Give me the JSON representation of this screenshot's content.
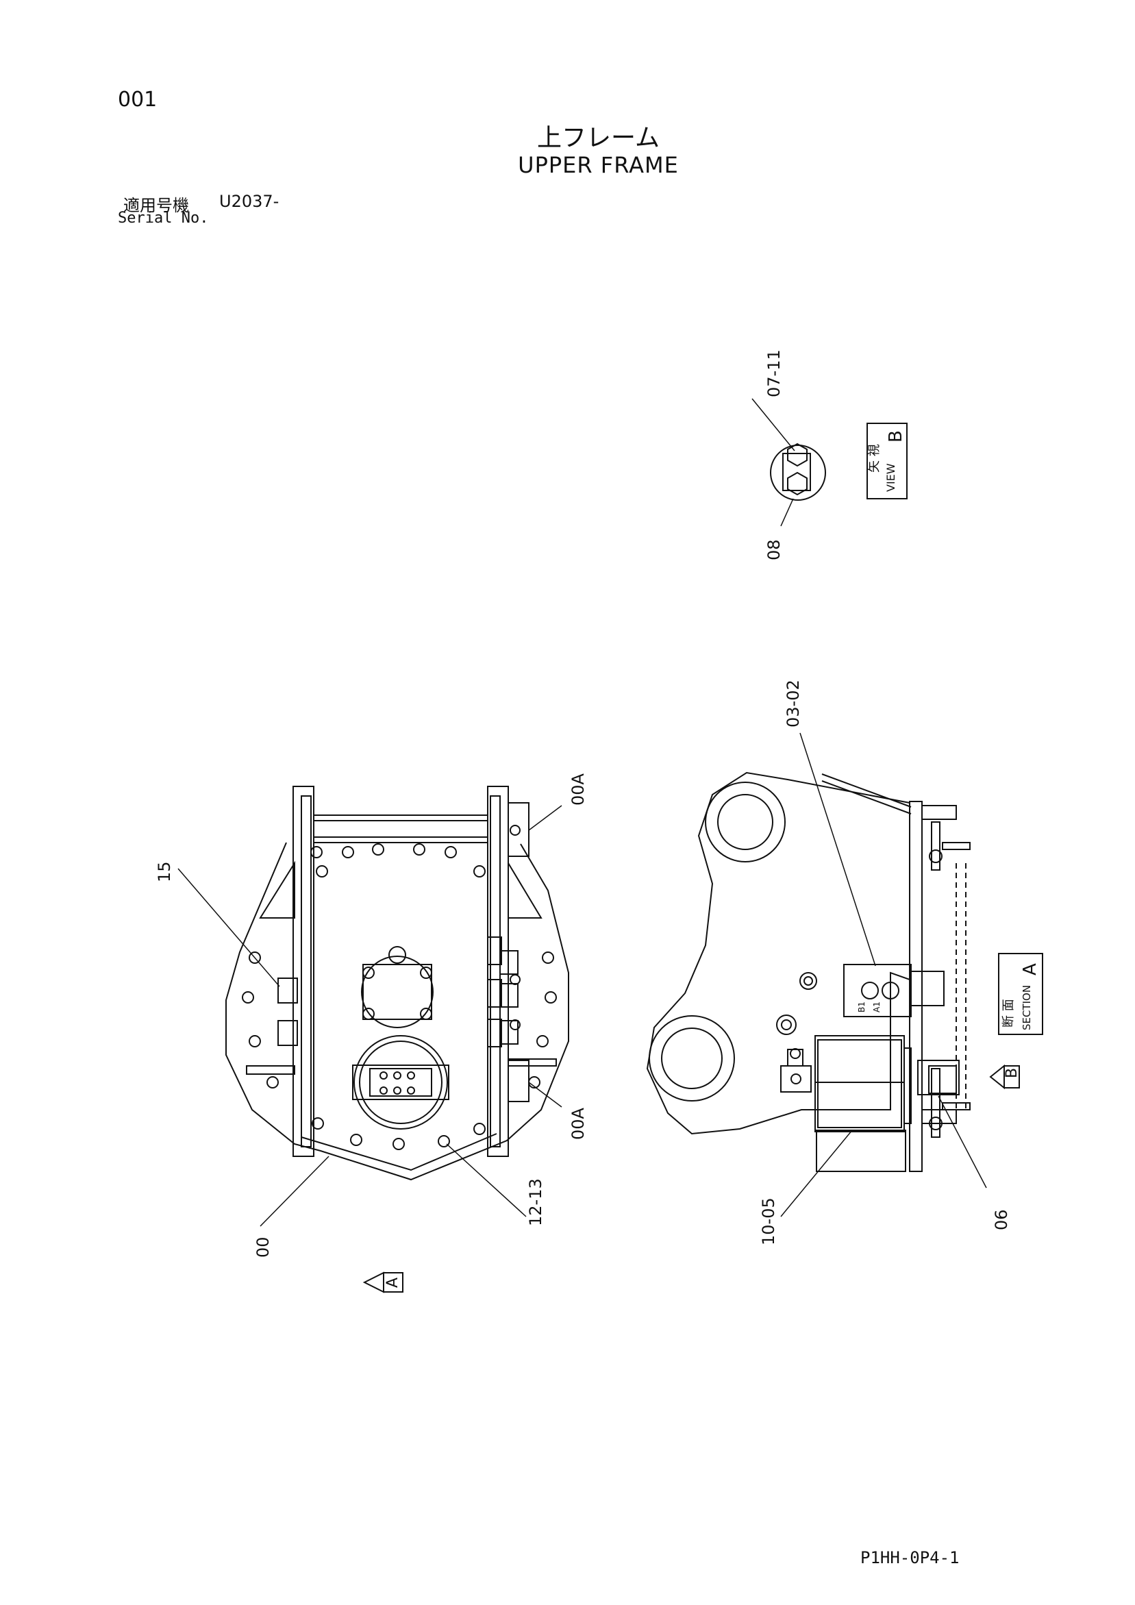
{
  "header": {
    "page_number": "001",
    "title_jp": "上フレーム",
    "title_en": "UPPER FRAME",
    "serial_label_jp": "適用号機",
    "serial_value": "U2037-",
    "serial_label_en": "Serial No."
  },
  "views": {
    "view_b": {
      "label_jp": "矢 視",
      "label_en": "VIEW",
      "letter": "B"
    },
    "section_a": {
      "label_jp": "断 面",
      "label_en": "SECTION",
      "letter": "A"
    },
    "marker_a": "A",
    "marker_b": "B"
  },
  "callouts": {
    "c15": "15",
    "c00a_top": "00A",
    "c00a_bottom": "00A",
    "c00": "00",
    "c12_13": "12-13",
    "c07_11": "07-11",
    "c08": "08",
    "c03_02": "03-02",
    "c10_05": "10-05",
    "c06": "06"
  },
  "part_marks": {
    "b1": "B1",
    "a1": "A1"
  },
  "footer": {
    "doc_code": "P1HH-0P4-1"
  }
}
